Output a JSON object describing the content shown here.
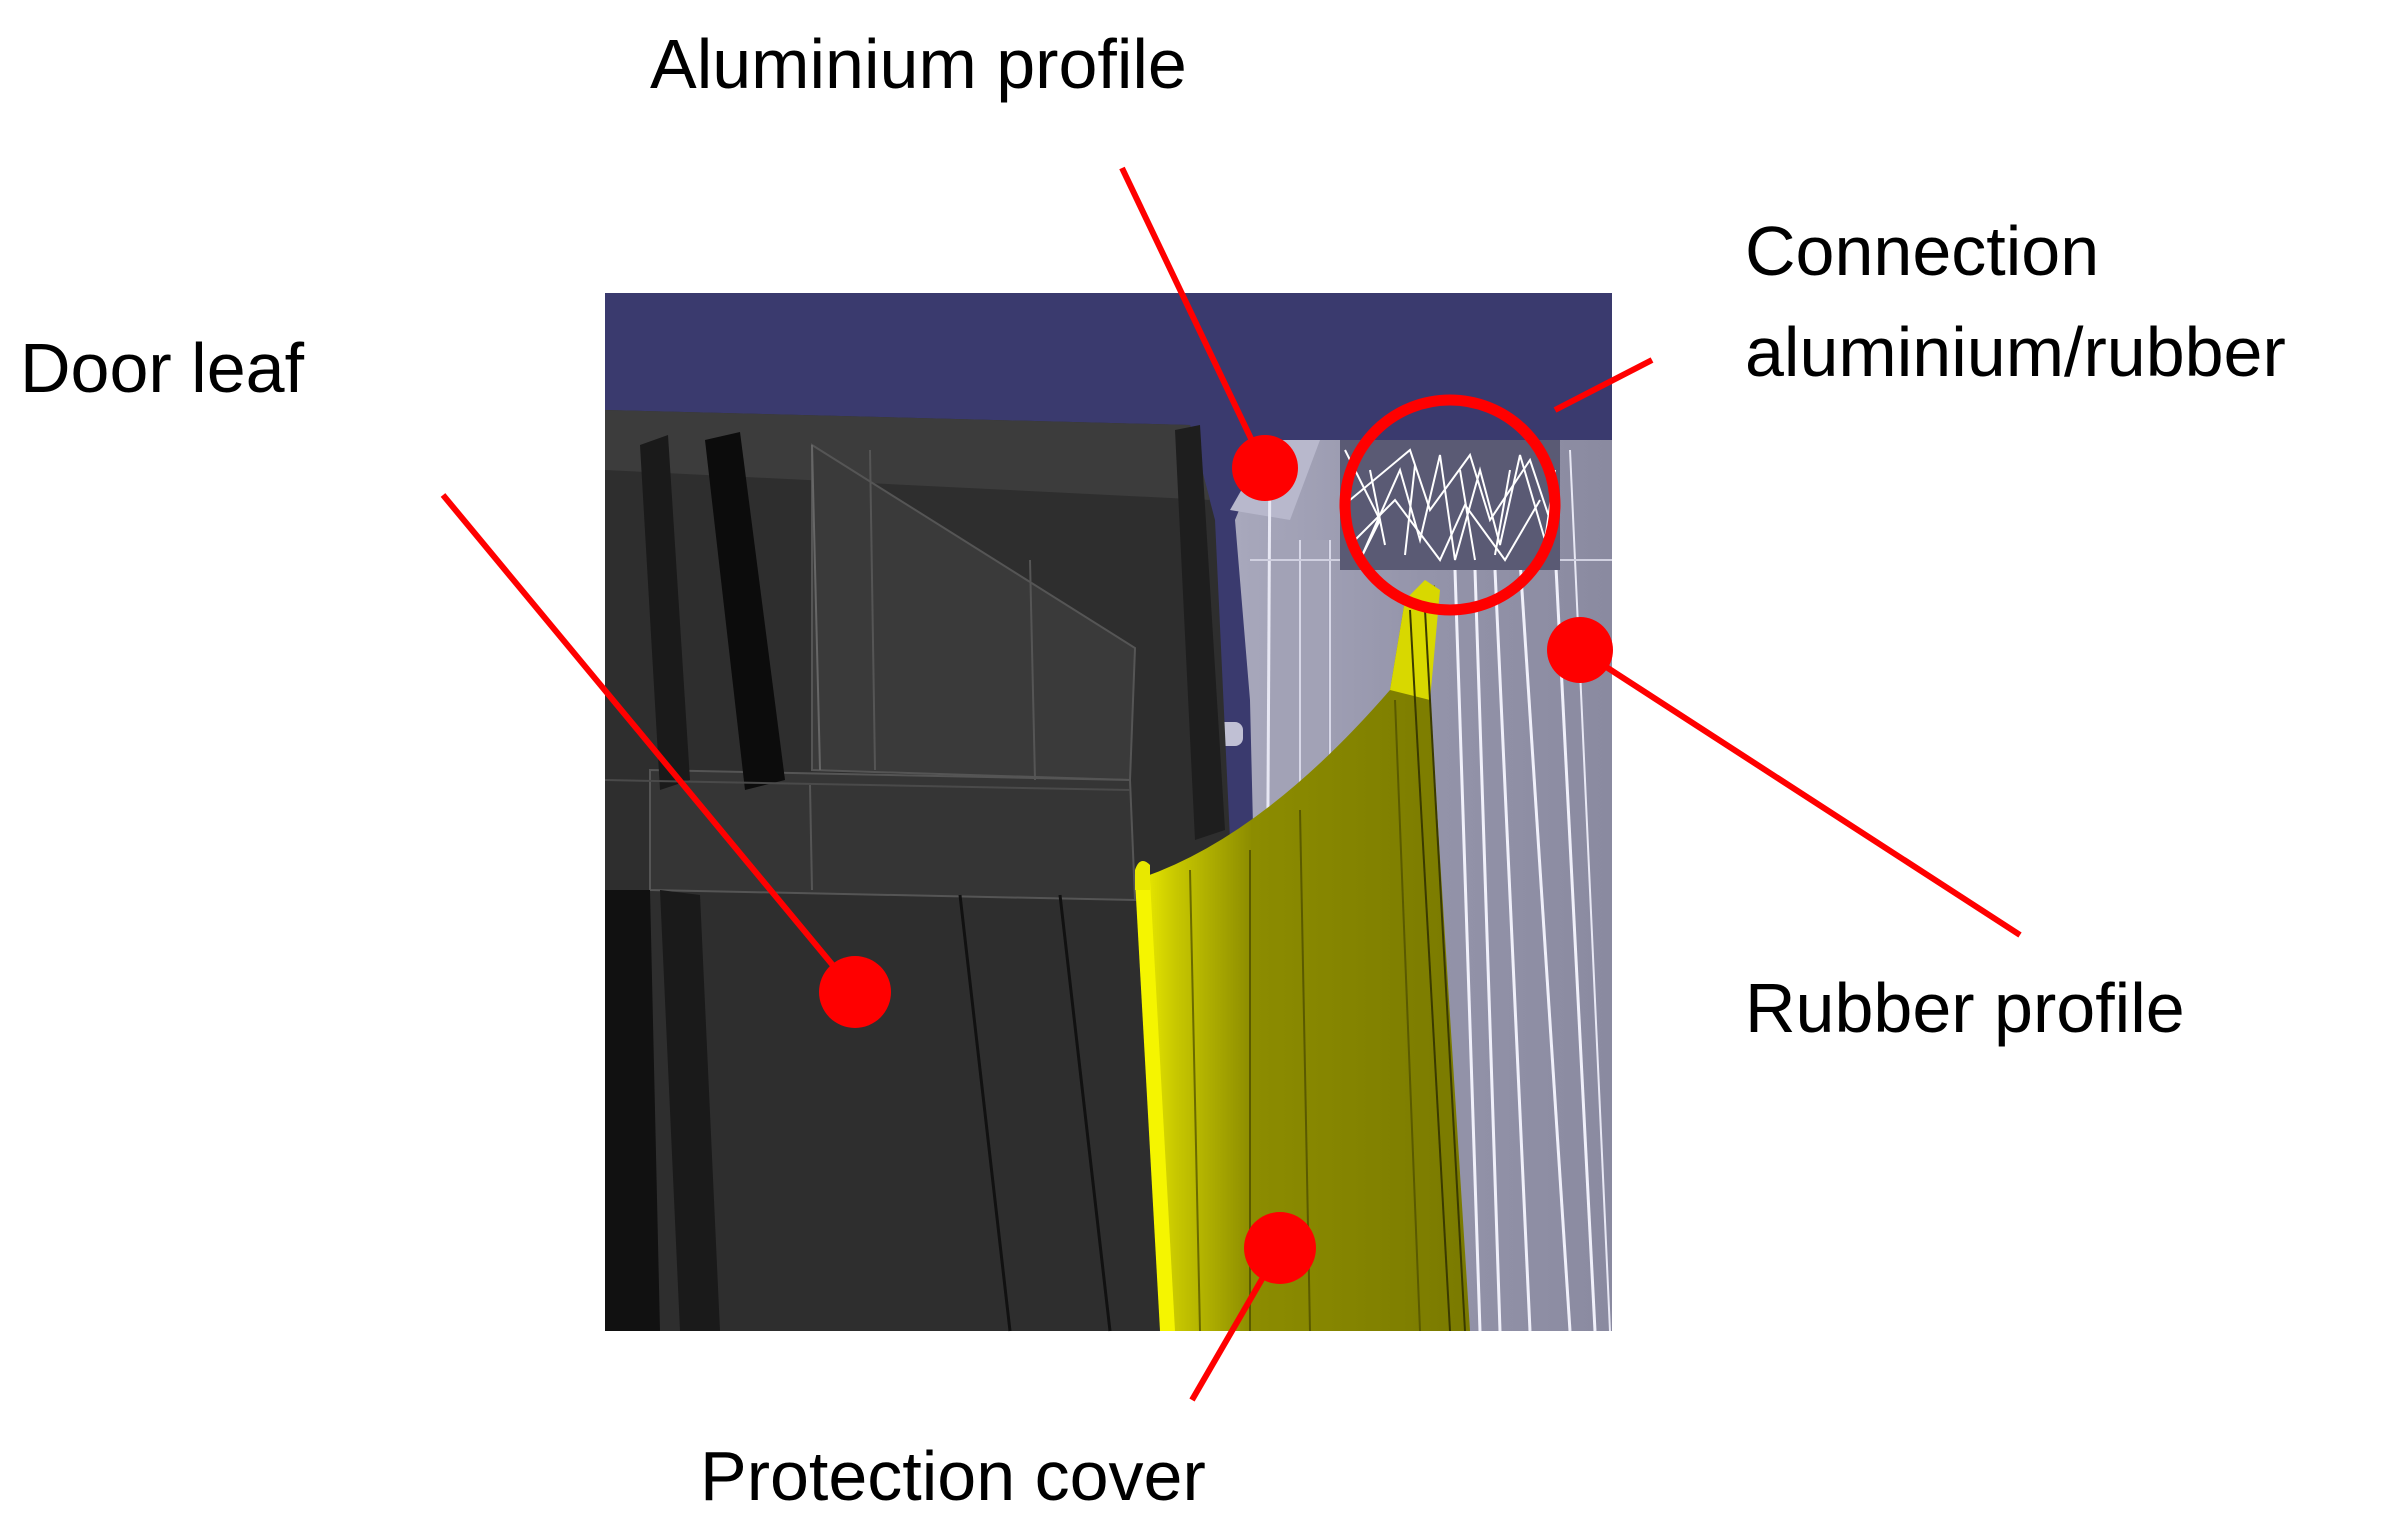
{
  "labels": {
    "aluminium_profile": "Aluminium profile",
    "connection_line1": "Connection",
    "connection_line2": "aluminium/rubber",
    "door_leaf": "Door leaf",
    "rubber_profile": "Rubber profile",
    "protection_cover": "Protection cover"
  },
  "colors": {
    "callout": "#ff0000",
    "background_sky": "#3a3a6e",
    "door_leaf": "#2e2e2e",
    "aluminium": "#9a9aae",
    "rubber": "#8a8aa2",
    "cover": "#8c8c00",
    "cover_highlight": "#e6e600"
  }
}
